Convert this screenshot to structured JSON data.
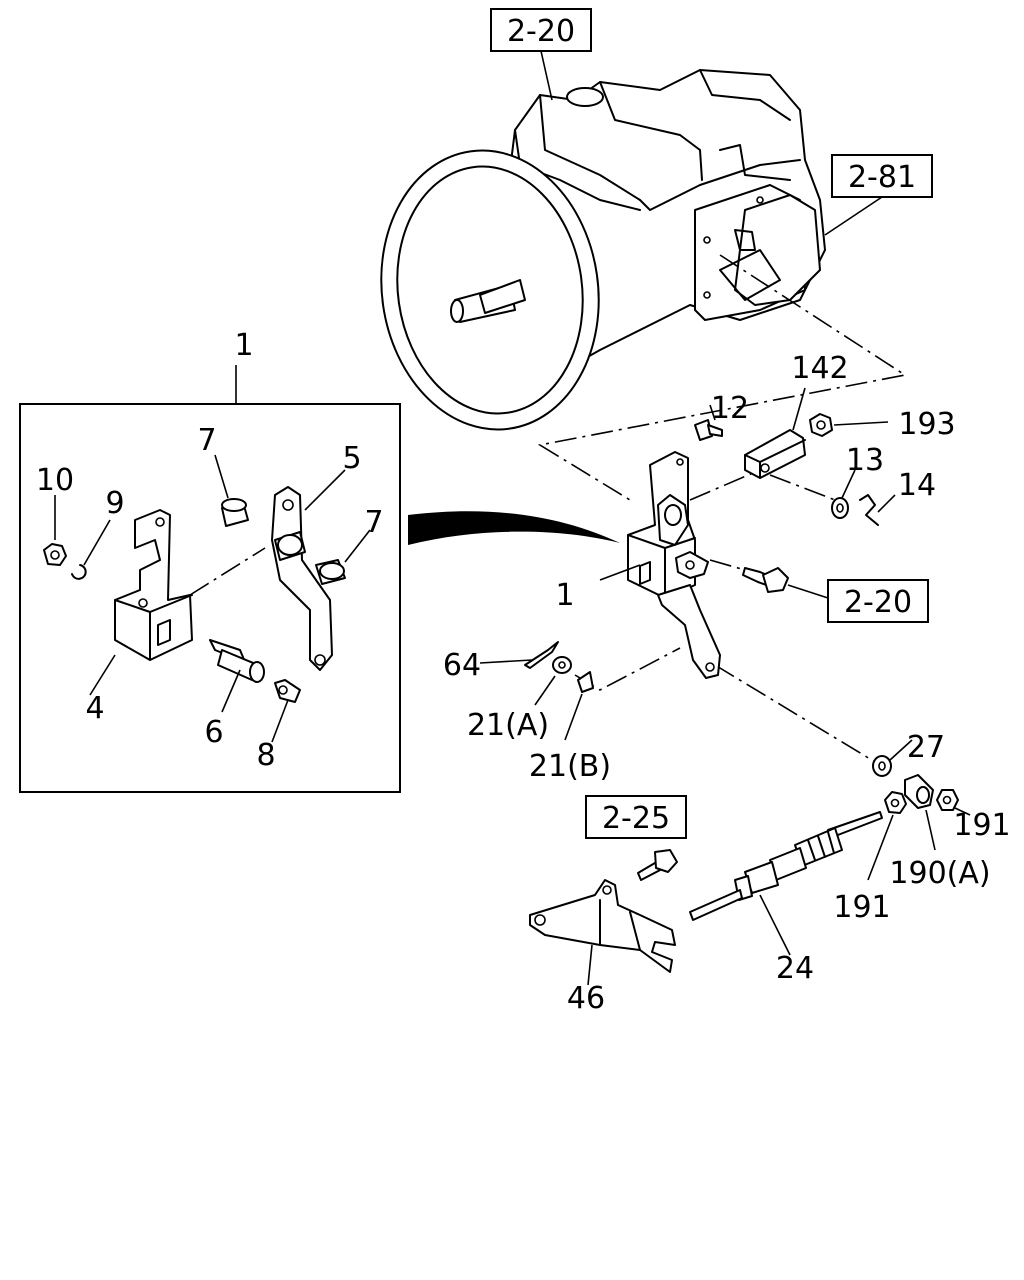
{
  "references": {
    "top_2_20": "2-20",
    "side_2_81": "2-81",
    "mid_2_20": "2-20",
    "bottom_2_25": "2-25"
  },
  "callouts": {
    "assembly_1": "1",
    "inset_10": "10",
    "inset_9": "9",
    "inset_7_left": "7",
    "inset_5": "5",
    "inset_7_right": "7",
    "inset_4": "4",
    "inset_6": "6",
    "inset_8": "8",
    "c12": "12",
    "c142": "142",
    "c193": "193",
    "c13": "13",
    "c14": "14",
    "c1": "1",
    "c64": "64",
    "c21a": "21(A)",
    "c21b": "21(B)",
    "c27": "27",
    "c191_right": "191",
    "c190a": "190(A)",
    "c191_left": "191",
    "c24": "24",
    "c46": "46"
  }
}
